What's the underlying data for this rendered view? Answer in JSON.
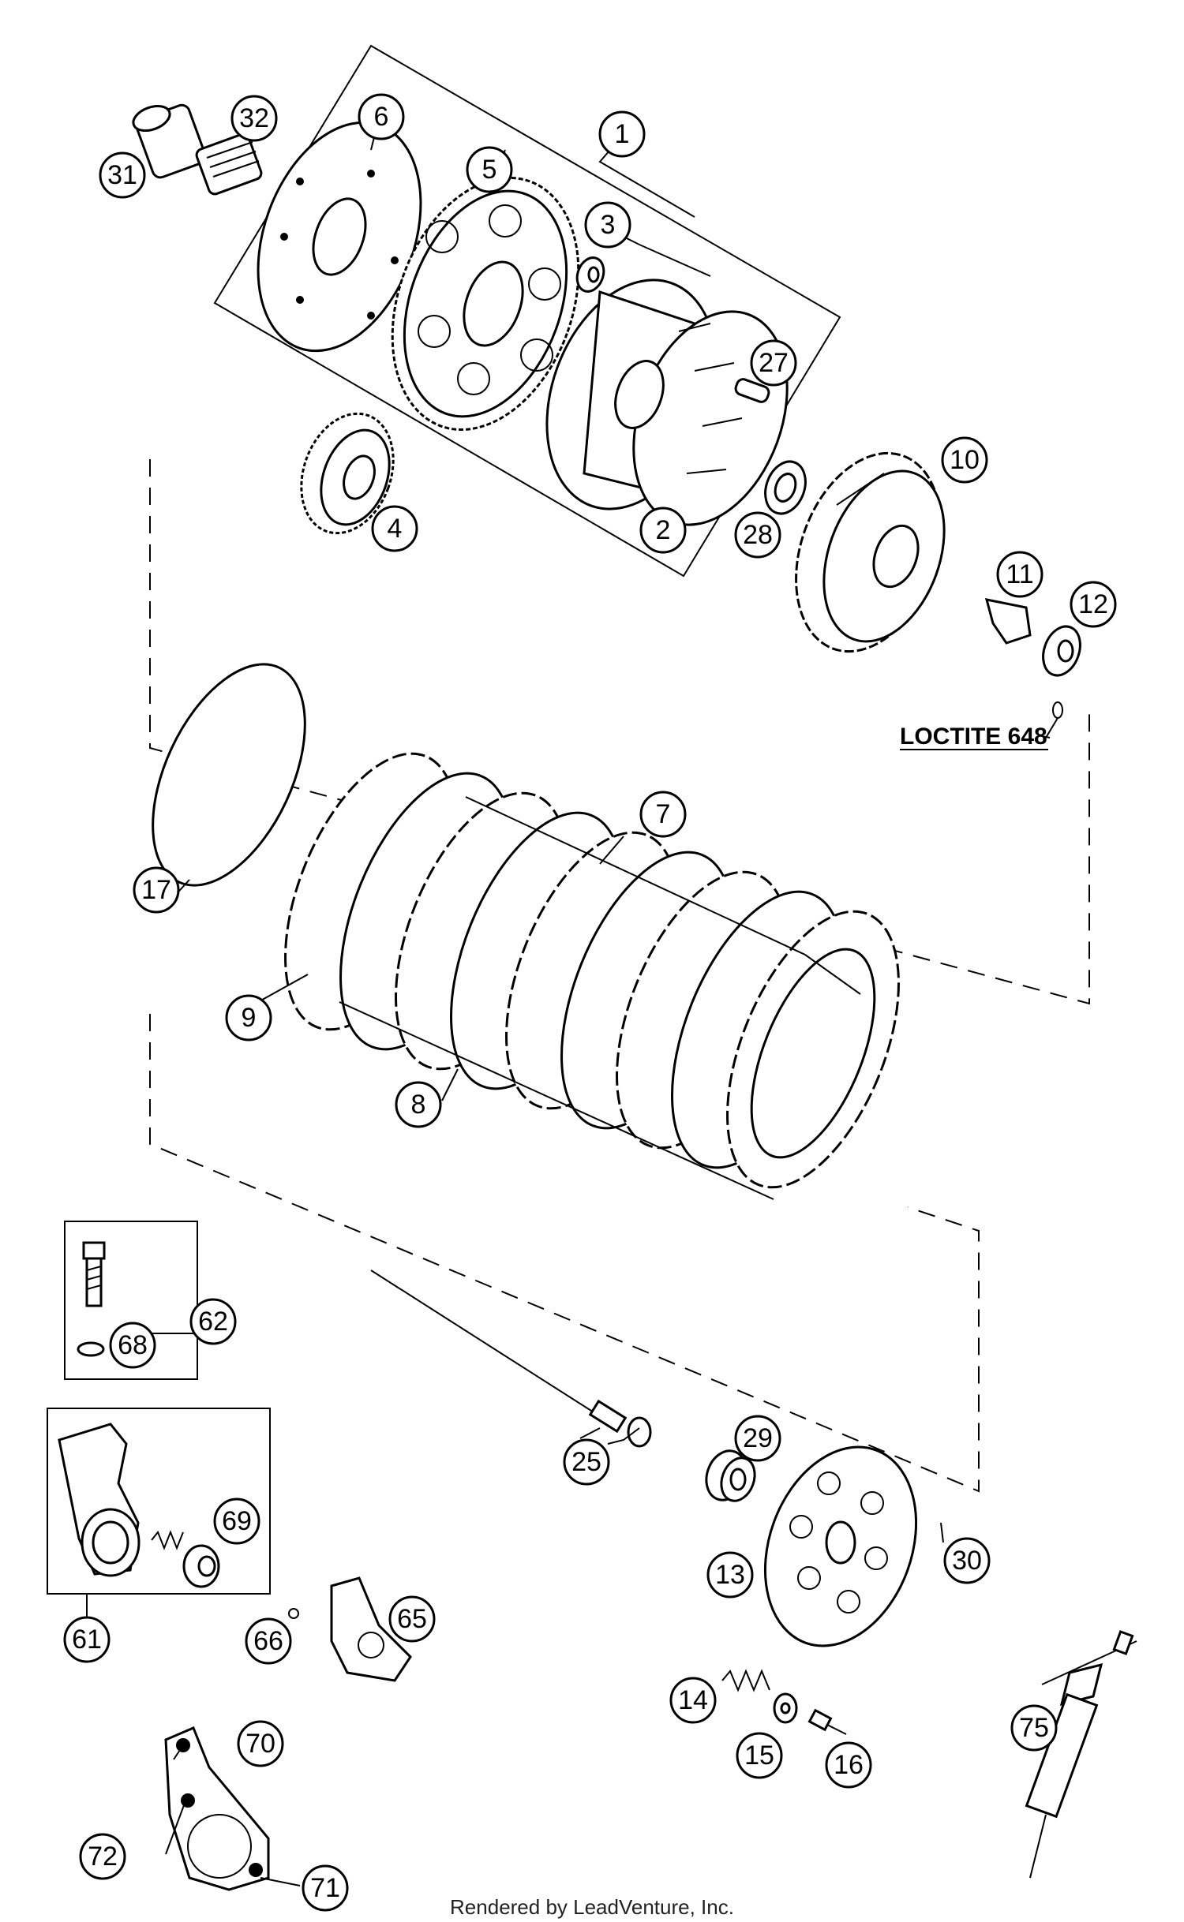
{
  "note": "LOCTITE 648",
  "footer": "Rendered by LeadVenture, Inc.",
  "callouts": [
    {
      "id": "1",
      "label": "1"
    },
    {
      "id": "2",
      "label": "2"
    },
    {
      "id": "3",
      "label": "3"
    },
    {
      "id": "4",
      "label": "4"
    },
    {
      "id": "5",
      "label": "5"
    },
    {
      "id": "6",
      "label": "6"
    },
    {
      "id": "7",
      "label": "7"
    },
    {
      "id": "8",
      "label": "8"
    },
    {
      "id": "9",
      "label": "9"
    },
    {
      "id": "10",
      "label": "10"
    },
    {
      "id": "11",
      "label": "11"
    },
    {
      "id": "12",
      "label": "12"
    },
    {
      "id": "13",
      "label": "13"
    },
    {
      "id": "14",
      "label": "14"
    },
    {
      "id": "15",
      "label": "15"
    },
    {
      "id": "16",
      "label": "16"
    },
    {
      "id": "17",
      "label": "17"
    },
    {
      "id": "25",
      "label": "25"
    },
    {
      "id": "27",
      "label": "27"
    },
    {
      "id": "28",
      "label": "28"
    },
    {
      "id": "29",
      "label": "29"
    },
    {
      "id": "30",
      "label": "30"
    },
    {
      "id": "31",
      "label": "31"
    },
    {
      "id": "32",
      "label": "32"
    },
    {
      "id": "61",
      "label": "61"
    },
    {
      "id": "62",
      "label": "62"
    },
    {
      "id": "65",
      "label": "65"
    },
    {
      "id": "66",
      "label": "66"
    },
    {
      "id": "68",
      "label": "68"
    },
    {
      "id": "69",
      "label": "69"
    },
    {
      "id": "70",
      "label": "70"
    },
    {
      "id": "71",
      "label": "71"
    },
    {
      "id": "72",
      "label": "72"
    },
    {
      "id": "75",
      "label": "75"
    }
  ]
}
